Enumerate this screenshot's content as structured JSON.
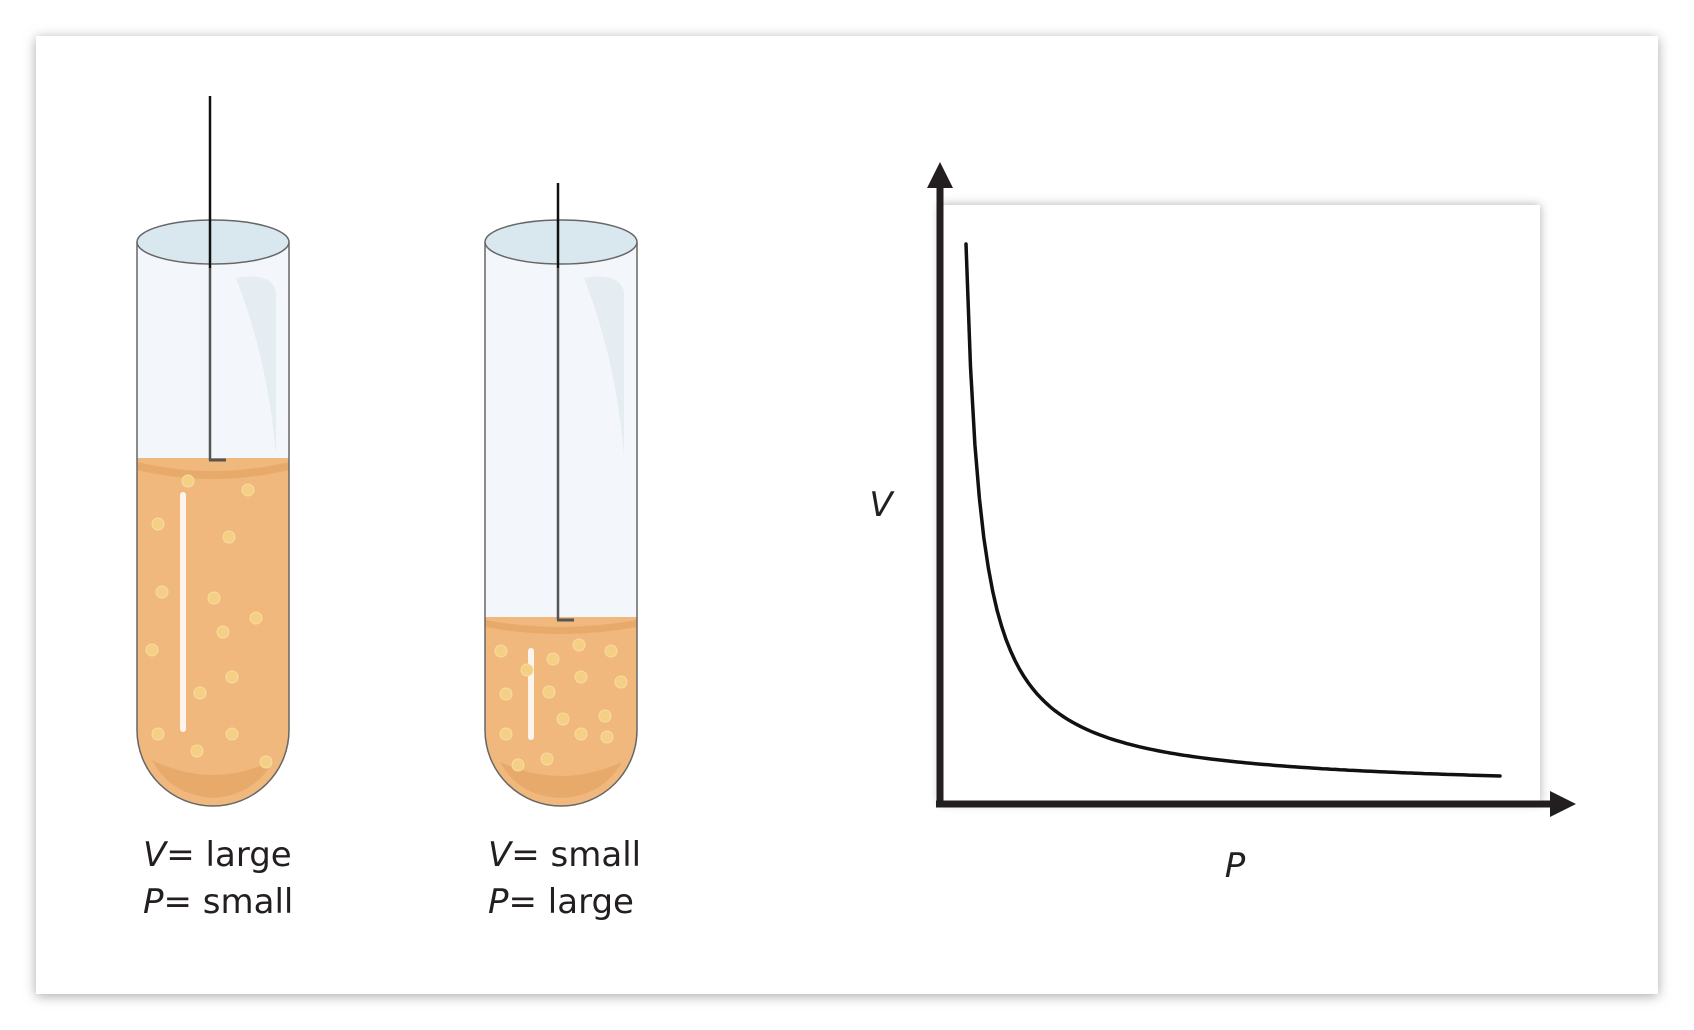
{
  "tubes": [
    {
      "id": "left",
      "v_var": "V",
      "v_value": "= large",
      "p_var": "P",
      "p_value": "= small",
      "liquid_level": "high"
    },
    {
      "id": "right",
      "v_var": "V",
      "v_value": "= small",
      "p_var": "P",
      "p_value": "= large",
      "liquid_level": "low"
    }
  ],
  "graph": {
    "y_label": "V",
    "x_label": "P",
    "curve": "inverse"
  },
  "colors": {
    "liquid": "#f0b87c",
    "liquid_shadow": "#e5a667",
    "bubble": "#f6cf86",
    "glass": "#f3f6fa",
    "glass_rim": "#d9e8ef",
    "glass_outline": "#666666",
    "axis": "#231f20",
    "curve": "#111111",
    "panel_shadow": "#9a9a9a"
  }
}
